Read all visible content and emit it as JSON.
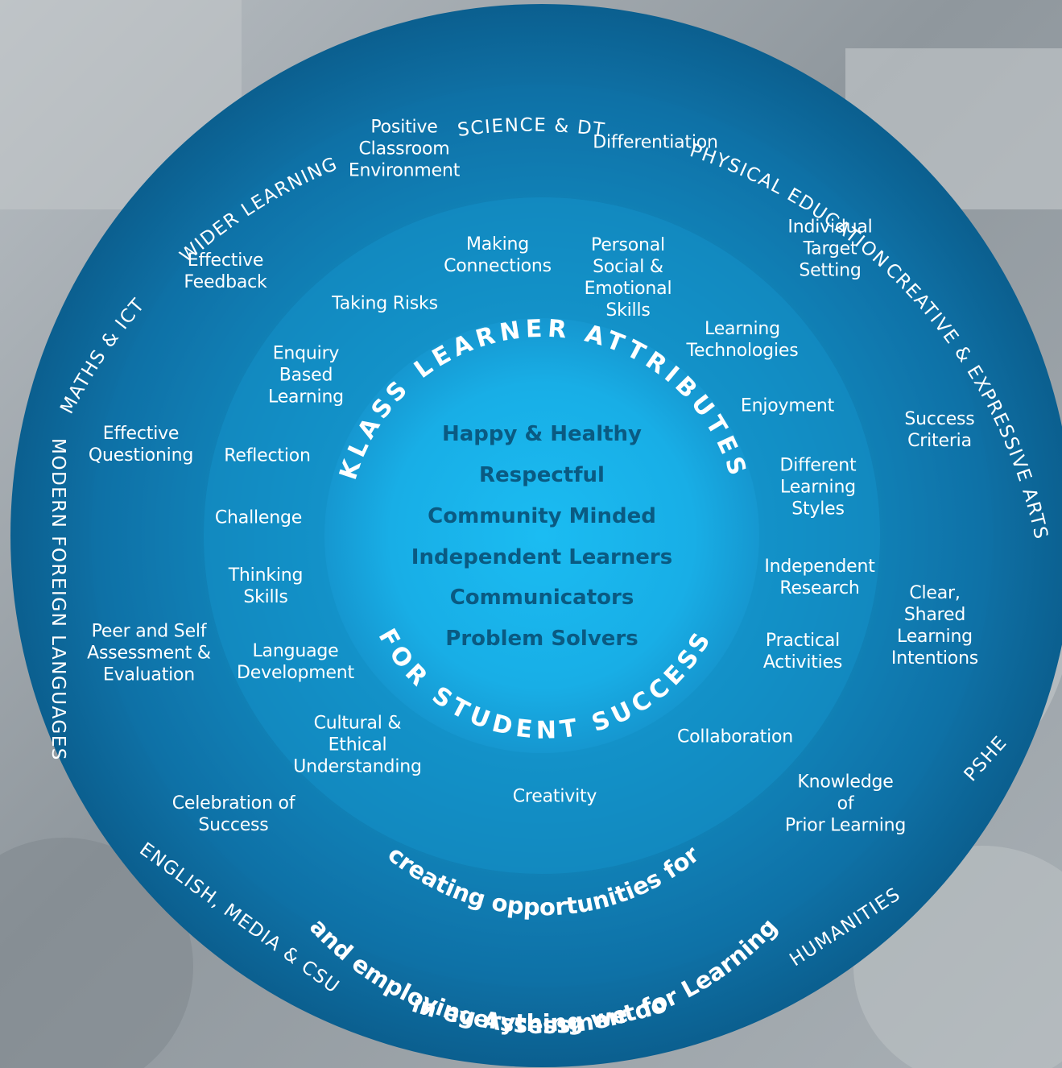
{
  "outer_ring": {
    "science": "SCIENCE & DT",
    "physical": "PHYSICAL EDUCATION",
    "creative": "CREATIVE & EXPRESSIVE ARTS",
    "pshe": "PSHE",
    "humanities": "HUMANITIES",
    "english": "ENGLISH, MEDIA & CSU",
    "mfl": "MODERN FOREIGN LANGUAGES",
    "maths": "MATHS & ICT",
    "wider": "WIDER LEARNING"
  },
  "center": {
    "arc_top": "KLASS LEARNER ATTRIBUTES",
    "arc_bottom": "FOR STUDENT SUCCESS",
    "attributes": [
      "Happy & Healthy",
      "Respectful",
      "Community Minded",
      "Independent Learners",
      "Communicators",
      "Problem Solvers"
    ]
  },
  "tagline": {
    "line1": "creating opportunities for",
    "line2": "and employing Assessment for Learning",
    "line3": "in  everything we do"
  },
  "practices": {
    "positive_classroom": "Positive\nClassroom\nEnvironment",
    "differentiation": "Differentiation",
    "individual_target": "Individual\nTarget\nSetting",
    "effective_feedback": "Effective\nFeedback",
    "making_connections": "Making\nConnections",
    "personal_social": "Personal\nSocial &\nEmotional\nSkills",
    "taking_risks": "Taking Risks",
    "learning_technologies": "Learning\nTechnologies",
    "enquiry_based": "Enquiry\nBased\nLearning",
    "enjoyment": "Enjoyment",
    "effective_questioning": "Effective\nQuestioning",
    "reflection": "Reflection",
    "success_criteria": "Success\nCriteria",
    "different_styles": "Different\nLearning\nStyles",
    "challenge": "Challenge",
    "thinking_skills": "Thinking\nSkills",
    "independent_research": "Independent\nResearch",
    "clear_shared": "Clear,\nShared\nLearning\nIntentions",
    "peer_self": "Peer and Self\nAssessment &\nEvaluation",
    "language_dev": "Language\nDevelopment",
    "practical": "Practical\nActivities",
    "cultural": "Cultural &\nEthical\nUnderstanding",
    "collaboration": "Collaboration",
    "celebration": "Celebration of\nSuccess",
    "creativity": "Creativity",
    "knowledge": "Knowledge\nof\nPrior Learning"
  },
  "colors": {
    "outer_disc": "#0f6fa3",
    "ring_mid": "#1590c8",
    "center": "#18b4ec",
    "attribute_text": "#0a5a82",
    "background_photo": "#9aa3aa"
  }
}
